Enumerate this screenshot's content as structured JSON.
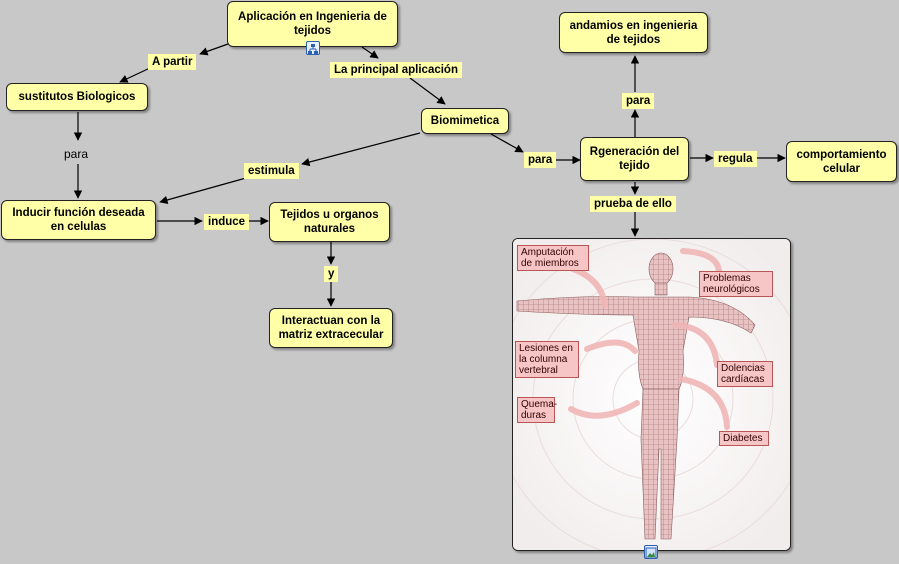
{
  "nodes": {
    "aplicacion": "Aplicación en Ingenieria de tejidos",
    "sustitutos": "sustitutos Biologicos",
    "biomimetica": "Biomimetica",
    "inducir": "Inducir función deseada en celulas",
    "tejidos": "Tejidos u organos naturales",
    "interactuan": "Interactuan con la matriz extracecular",
    "andamios": "andamios en ingenieria de tejidos",
    "regeneracion": "Rgeneración del tejido",
    "comportamiento": "comportamiento celular"
  },
  "links": {
    "a_partir": "A partir",
    "principal": "La principal aplicación",
    "para_left": "para",
    "estimula": "estimula",
    "induce": "induce",
    "y": "y",
    "para_mid": "para",
    "para_up": "para",
    "regula": "regula",
    "prueba": "prueba de ello"
  },
  "image_labels": {
    "amputacion": "Amputación de miembros",
    "problemas": "Problemas neurológicos",
    "lesiones": "Lesiones en la columna vertebral",
    "dolencias": "Dolencias cardíacas",
    "quemaduras": "Quema-duras",
    "diabetes": "Diabetes"
  },
  "icons": [
    "concept-map-resource-icon",
    "image-resource-icon"
  ],
  "colors": {
    "background": "#c8c8c8",
    "node": "#ffffa8",
    "tag": "#f6c6c6"
  }
}
